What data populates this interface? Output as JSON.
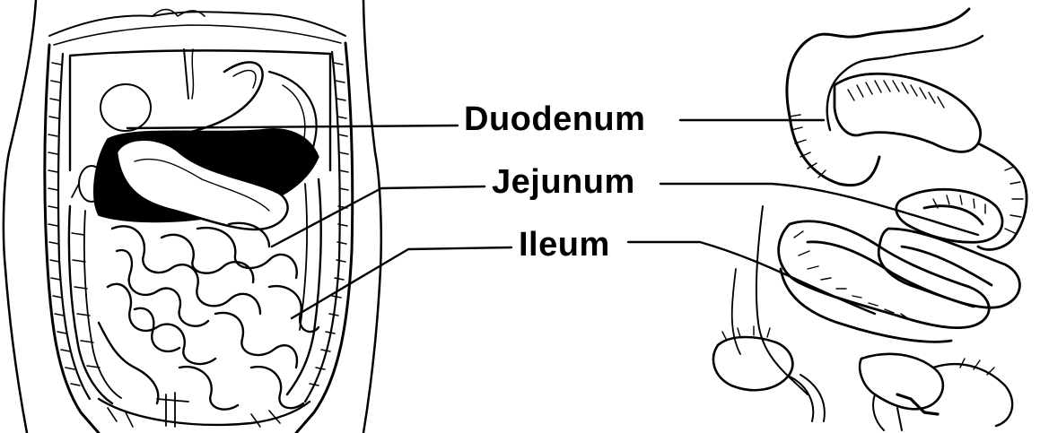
{
  "labels": {
    "duodenum": "Duodenum",
    "jejunum": "Jejunum",
    "ileum": "Ileum"
  },
  "colors": {
    "ink": "#000000",
    "paper": "#ffffff"
  }
}
